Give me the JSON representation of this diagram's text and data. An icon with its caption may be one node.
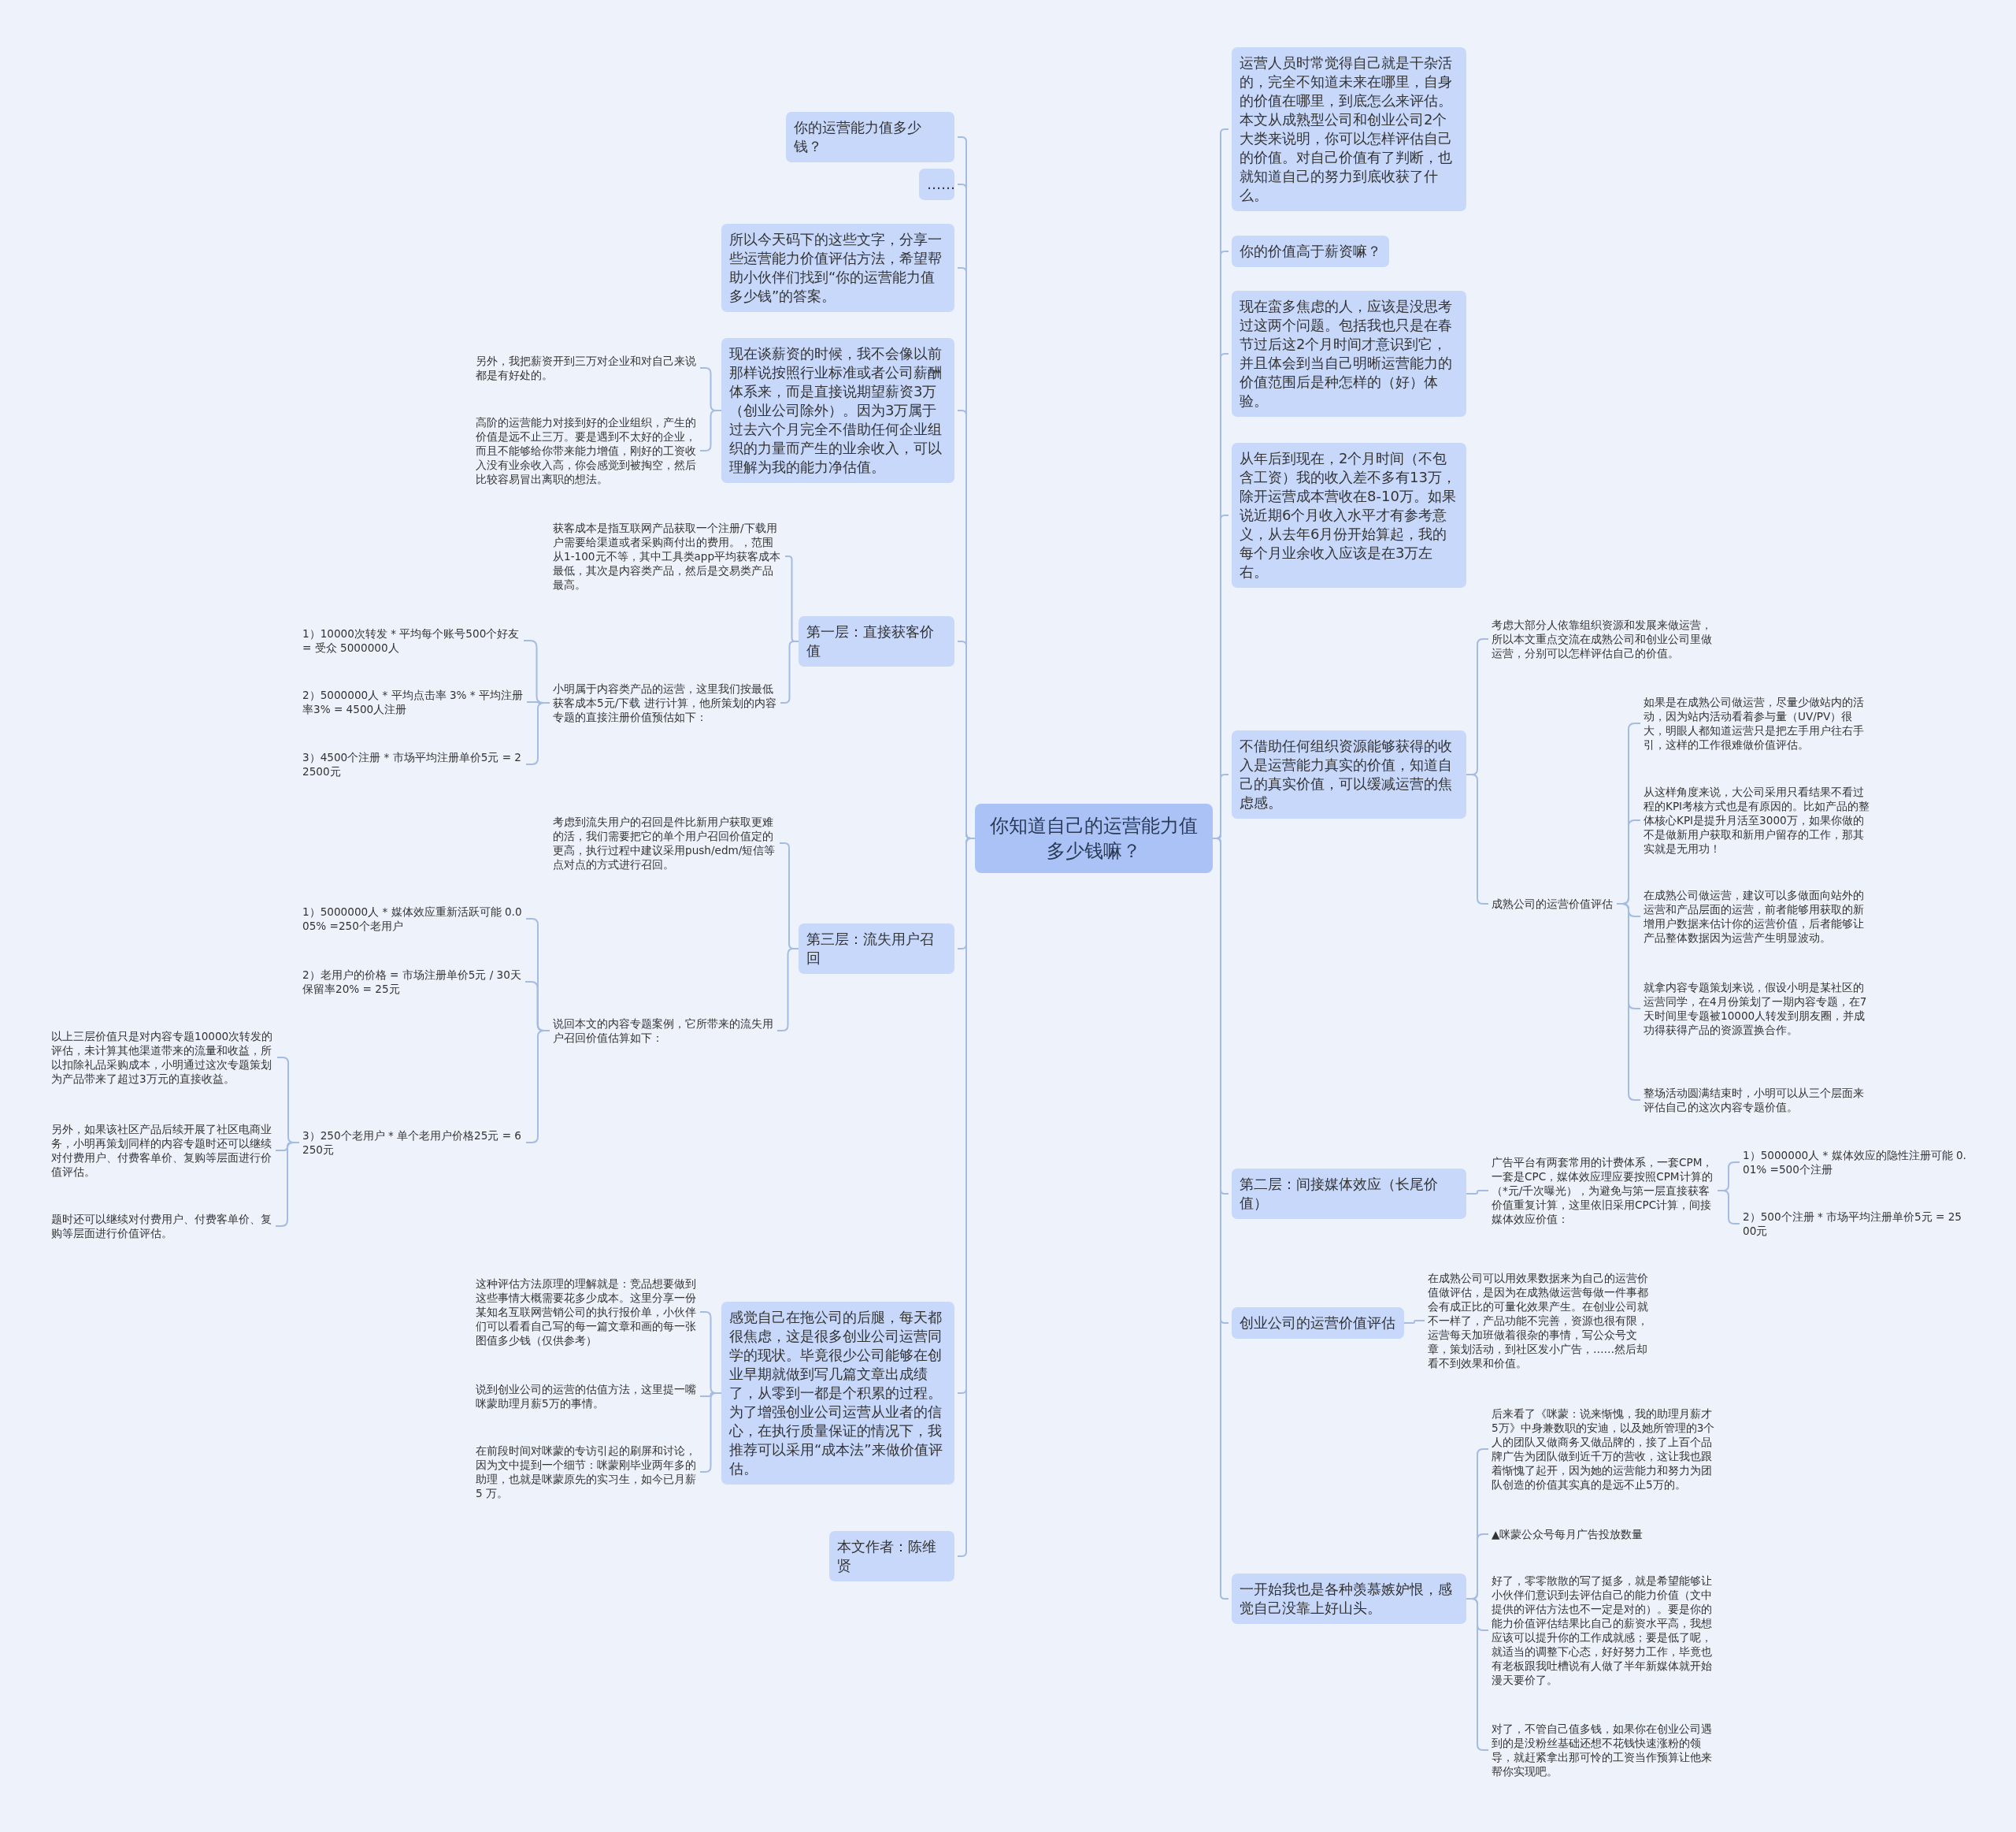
{
  "diagram": {
    "nodes": [
      {
        "text": [
          "你知道自己的运营能力值多少钱嘛？"
        ]
      },
      {
        "text": [
          "你的运营能力值多少钱？"
        ]
      },
      {
        "text": [
          "……"
        ]
      },
      {
        "text": [
          "所以今天码下的这些文字，分享一些运营能力价值评估方法，希望帮助小伙伴们找到“你的运营能力值多少钱”的答案。"
        ]
      },
      {
        "text": [
          "现在谈薪资的时候，我不会像以前那样说按照行业标准或者公司薪酬体系来，而是直接说期望薪资3万（创业公司除外）。因为3万属于过去六个月完全不借助任何企业组织的力量而产生的业余收入，可以理解为我的能力净估值。"
        ]
      },
      {
        "text": [
          "另外，我把薪资开到三万对企业和对自己来说都是有好处的。"
        ]
      },
      {
        "text": [
          "高阶的运营能力对接到好的企业组织，产生的价值是远不止三万。要是遇到不太好的企业，而且不能够给你带来能力增值，刚好的工资收入没有业余收入高，你会感觉到被掏空，然后比较容易冒出离职的想法。"
        ]
      },
      {
        "text": [
          "第一层：直接获客价值"
        ]
      },
      {
        "text": [
          "获客成本是指互联网产品获取一个注册/下载用户需要给渠道或者采购商付出的费用。，范围从1-100元不等，其中工具类app平均获客成本最低，其次是内容类产品，然后是交易类产品最高。"
        ]
      },
      {
        "text": [
          "小明属于内容类产品的运营，这里我们按最低获客成本5元/下载 进行计算，他所策划的内容专题的直接注册价值预估如下："
        ]
      },
      {
        "text": [
          "1）10000次转发 * 平均每个账号500个好友 = 受众 5000000人"
        ]
      },
      {
        "text": [
          "2）5000000人 * 平均点击率 3% * 平均注册率3% = 4500人注册"
        ]
      },
      {
        "text": [
          "3）4500个注册 * 市场平均注册单价5元 = 22500元"
        ]
      },
      {
        "text": [
          "第三层：流失用户召回"
        ]
      },
      {
        "text": [
          "考虑到流失用户的召回是件比新用户获取更难的活，我们需要把它的单个用户召回价值定的更高，执行过程中建议采用push/edm/短信等点对点的方式进行召回。"
        ]
      },
      {
        "text": [
          "说回本文的内容专题案例，它所带来的流失用户召回价值估算如下："
        ]
      },
      {
        "text": [
          "1）5000000人 * 媒体效应重新活跃可能 0.005% =250个老用户"
        ]
      },
      {
        "text": [
          "2）老用户的价格 = 市场注册单价5元 / 30天保留率20% = 25元"
        ]
      },
      {
        "text": [
          "3）250个老用户 * 单个老用户价格25元 = 6250元"
        ]
      },
      {
        "text": [
          "以上三层价值只是对内容专题10000次转发的评估，未计算其他渠道带来的流量和收益，所以扣除礼品采购成本，小明通过这次专题策划为产品带来了超过3万元的直接收益。"
        ]
      },
      {
        "text": [
          "另外，如果该社区产品后续开展了社区电商业务，小明再策划同样的内容专题时还可以继续对付费用户、付费客单价、复购等层面进行价值评估。"
        ]
      },
      {
        "text": [
          "题时还可以继续对付费用户、付费客单价、复购等层面进行价值评估。"
        ]
      },
      {
        "text": [
          "感觉自己在拖公司的后腿，每天都很焦虑，这是很多创业公司运营同学的现状。毕竟很少公司能够在创业早期就做到写几篇文章出成绩了，从零到一都是个积累的过程。为了增强创业公司运营从业者的信心，在执行质量保证的情况下，我推荐可以采用“成本法”来做价值评估。"
        ]
      },
      {
        "text": [
          "这种评估方法原理的理解就是：竞品想要做到这些事情大概需要花多少成本。这里分享一份某知名互联网营销公司的执行报价单，小伙伴们可以看看自己写的每一篇文章和画的每一张图值多少钱（仅供参考）"
        ]
      },
      {
        "text": [
          "说到创业公司的运营的估值方法，这里提一嘴咪蒙助理月薪5万的事情。"
        ]
      },
      {
        "text": [
          "在前段时间对咪蒙的专访引起的刷屏和讨论，因为文中提到一个细节：咪蒙刚毕业两年多的助理，也就是咪蒙原先的实习生，如今已月薪 5 万。"
        ]
      },
      {
        "text": [
          "本文作者：陈维贤"
        ]
      },
      {
        "text": [
          "运营人员时常觉得自己就是干杂活的，完全不知道未来在哪里，自身的价值在哪里，到底怎么来评估。本文从成熟型公司和创业公司2个大类来说明，你可以怎样评估自己的价值。对自己价值有了判断，也就知道自己的努力到底收获了什么。"
        ]
      },
      {
        "text": [
          "你的价值高于薪资嘛？"
        ]
      },
      {
        "text": [
          "现在蛮多焦虑的人，应该是没思考过这两个问题。包括我也只是在春节过后这2个月时间才意识到它，并且体会到当自己明晰运营能力的价值范围后是种怎样的（好）体验。"
        ]
      },
      {
        "text": [
          "从年后到现在，2个月时间（不包含工资）我的收入差不多有13万，除开运营成本营收在8-10万。如果说近期6个月收入水平才有参考意义，从去年6月份开始算起，我的每个月业余收入应该是在3万左右。"
        ]
      },
      {
        "text": [
          "不借助任何组织资源能够获得的收入是运营能力真实的价值，知道自己的真实价值，可以缓减运营的焦虑感。"
        ]
      },
      {
        "text": [
          "考虑大部分人依靠组织资源和发展来做运营，所以本文重点交流在成熟公司和创业公司里做运营，分别可以怎样评估自己的价值。"
        ]
      },
      {
        "text": [
          "成熟公司的运营价值评估"
        ]
      },
      {
        "text": [
          "如果是在成熟公司做运营，尽量少做站内的活动，因为站内活动看着参与量（UV/PV）很大，明眼人都知道运营只是把左手用户往右手引，这样的工作很难做价值评估。"
        ]
      },
      {
        "text": [
          "从这样角度来说，大公司采用只看结果不看过程的KPI考核方式也是有原因的。比如产品的整体核心KPI是提升月活至3000万，如果你做的不是做新用户获取和新用户留存的工作，那其实就是无用功！"
        ]
      },
      {
        "text": [
          "在成熟公司做运营，建议可以多做面向站外的运营和产品层面的运营，前者能够用获取的新增用户数据来估计你的运营价值，后者能够让产品整体数据因为运营产生明显波动。"
        ]
      },
      {
        "text": [
          "就拿内容专题策划来说，假设小明是某社区的运营同学，在4月份策划了一期内容专题，在7天时间里专题被10000人转发到朋友圈，并成功得获得产品的资源置换合作。"
        ]
      },
      {
        "text": [
          "整场活动圆满结束时，小明可以从三个层面来评估自己的这次内容专题价值。"
        ]
      },
      {
        "text": [
          "第二层：间接媒体效应（长尾价值）"
        ]
      },
      {
        "text": [
          "广告平台有两套常用的计费体系，一套CPM，一套是CPC，媒体效应理应要按照CPM计算的（*元/千次曝光），为避免与第一层直接获客价值重复计算，这里依旧采用CPC计算，间接媒体效应价值："
        ]
      },
      {
        "text": [
          "1）5000000人 * 媒体效应的隐性注册可能 0.01% =500个注册"
        ]
      },
      {
        "text": [
          "2）500个注册 * 市场平均注册单价5元 = 2500元"
        ]
      },
      {
        "text": [
          "创业公司的运营价值评估"
        ]
      },
      {
        "text": [
          "在成熟公司可以用效果数据来为自己的运营价值做评估，是因为在成熟做运营每做一件事都会有成正比的可量化效果产生。在创业公司就不一样了，产品功能不完善，资源也很有限，运营每天加班做着很杂的事情，写公众号文章，策划活动，到社区发小广告，……然后却看不到效果和价值。"
        ]
      },
      {
        "text": [
          "一开始我也是各种羡慕嫉妒恨，感觉自己没靠上好山头。"
        ]
      },
      {
        "text": [
          "后来看了《咪蒙：说来惭愧，我的助理月薪才5万》中身兼数职的安迪，以及她所管理的3个人的团队又做商务又做品牌的，接了上百个品牌广告为团队做到近千万的营收，这让我也跟着惭愧了起开，因为她的运营能力和努力为团队创造的价值其实真的是远不止5万的。"
        ]
      },
      {
        "text": [
          "▲咪蒙公众号每月广告投放数量"
        ]
      },
      {
        "text": [
          "好了，零零散散的写了挺多，就是希望能够让小伙伴们意识到去评估自己的能力价值（文中提供的评估方法也不一定是对的）。要是你的能力价值评估结果比自己的薪资水平高，我想应该可以提升你的工作成就感；要是低了呢，就适当的调整下心态，好好努力工作，毕竟也有老板跟我吐槽说有人做了半年新媒体就开始漫天要价了。"
        ]
      },
      {
        "text": [
          "对了，不管自己值多钱，如果你在创业公司遇到的是没粉丝基础还想不花钱快速涨粉的领导，就赶紧拿出那可怜的工资当作预算让他来帮你实现吧。"
        ]
      }
    ],
    "edges": [
      {
        "from": 0,
        "to": 1,
        "arrow": "none"
      },
      {
        "from": 0,
        "to": 2,
        "arrow": "none"
      },
      {
        "from": 0,
        "to": 3,
        "arrow": "none"
      },
      {
        "from": 0,
        "to": 4,
        "arrow": "none"
      },
      {
        "from": 4,
        "to": 5,
        "arrow": "none"
      },
      {
        "from": 4,
        "to": 6,
        "arrow": "none"
      },
      {
        "from": 0,
        "to": 7,
        "arrow": "none"
      },
      {
        "from": 7,
        "to": 8,
        "arrow": "none"
      },
      {
        "from": 7,
        "to": 9,
        "arrow": "none"
      },
      {
        "from": 9,
        "to": 10,
        "arrow": "none"
      },
      {
        "from": 9,
        "to": 11,
        "arrow": "none"
      },
      {
        "from": 9,
        "to": 12,
        "arrow": "none"
      },
      {
        "from": 0,
        "to": 13,
        "arrow": "none"
      },
      {
        "from": 13,
        "to": 14,
        "arrow": "none"
      },
      {
        "from": 13,
        "to": 15,
        "arrow": "none"
      },
      {
        "from": 15,
        "to": 16,
        "arrow": "none"
      },
      {
        "from": 15,
        "to": 17,
        "arrow": "none"
      },
      {
        "from": 15,
        "to": 18,
        "arrow": "none"
      },
      {
        "from": 18,
        "to": 19,
        "arrow": "none"
      },
      {
        "from": 18,
        "to": 20,
        "arrow": "none"
      },
      {
        "from": 18,
        "to": 21,
        "arrow": "none"
      },
      {
        "from": 0,
        "to": 22,
        "arrow": "none"
      },
      {
        "from": 22,
        "to": 23,
        "arrow": "none"
      },
      {
        "from": 22,
        "to": 24,
        "arrow": "none"
      },
      {
        "from": 22,
        "to": 25,
        "arrow": "none"
      },
      {
        "from": 0,
        "to": 26,
        "arrow": "none"
      },
      {
        "from": 0,
        "to": 27,
        "arrow": "none"
      },
      {
        "from": 0,
        "to": 28,
        "arrow": "none"
      },
      {
        "from": 0,
        "to": 29,
        "arrow": "none"
      },
      {
        "from": 0,
        "to": 30,
        "arrow": "none"
      },
      {
        "from": 0,
        "to": 31,
        "arrow": "none"
      },
      {
        "from": 31,
        "to": 32,
        "arrow": "none"
      },
      {
        "from": 31,
        "to": 33,
        "arrow": "none"
      },
      {
        "from": 33,
        "to": 34,
        "arrow": "none"
      },
      {
        "from": 33,
        "to": 35,
        "arrow": "none"
      },
      {
        "from": 33,
        "to": 36,
        "arrow": "none"
      },
      {
        "from": 33,
        "to": 37,
        "arrow": "none"
      },
      {
        "from": 33,
        "to": 38,
        "arrow": "none"
      },
      {
        "from": 0,
        "to": 39,
        "arrow": "none"
      },
      {
        "from": 39,
        "to": 40,
        "arrow": "none"
      },
      {
        "from": 40,
        "to": 41,
        "arrow": "none"
      },
      {
        "from": 40,
        "to": 42,
        "arrow": "none"
      },
      {
        "from": 0,
        "to": 43,
        "arrow": "none"
      },
      {
        "from": 43,
        "to": 44,
        "arrow": "none"
      },
      {
        "from": 0,
        "to": 45,
        "arrow": "none"
      },
      {
        "from": 45,
        "to": 46,
        "arrow": "none"
      },
      {
        "from": 45,
        "to": 47,
        "arrow": "none"
      },
      {
        "from": 45,
        "to": 48,
        "arrow": "none"
      },
      {
        "from": 45,
        "to": 49,
        "arrow": "none"
      }
    ]
  }
}
